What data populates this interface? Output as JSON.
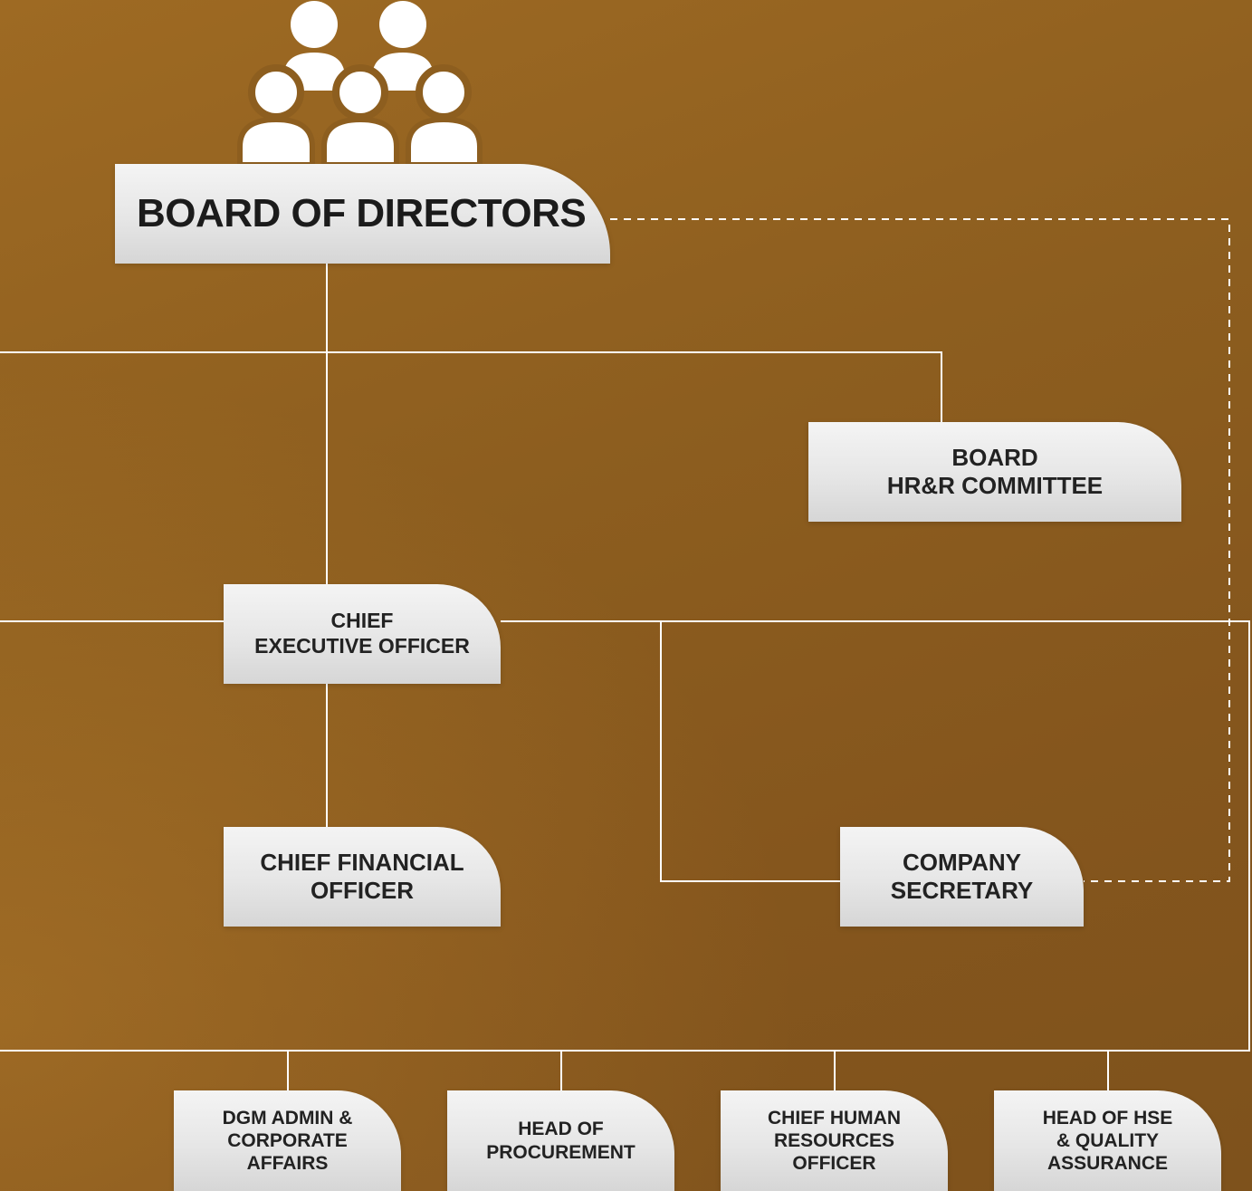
{
  "diagram": {
    "icon": "board-people-icon",
    "colors": {
      "background": "#8d5e1f",
      "box": "#e6e6e6",
      "text": "#222222",
      "lines": "#ffffff"
    },
    "nodes": {
      "board_of_directors": "BOARD OF DIRECTORS",
      "board_hrr_committee": "BOARD\nHR&R COMMITTEE",
      "ceo": "CHIEF\nEXECUTIVE OFFICER",
      "cfo": "CHIEF FINANCIAL\nOFFICER",
      "company_secretary": "COMPANY\nSECRETARY",
      "dgm_admin": "DGM ADMIN &\nCORPORATE\nAFFAIRS",
      "head_procurement": "HEAD OF\nPROCUREMENT",
      "chief_hr": "CHIEF HUMAN\nRESOURCES\nOFFICER",
      "head_hse": "HEAD OF HSE\n& QUALITY\nASSURANCE"
    }
  }
}
